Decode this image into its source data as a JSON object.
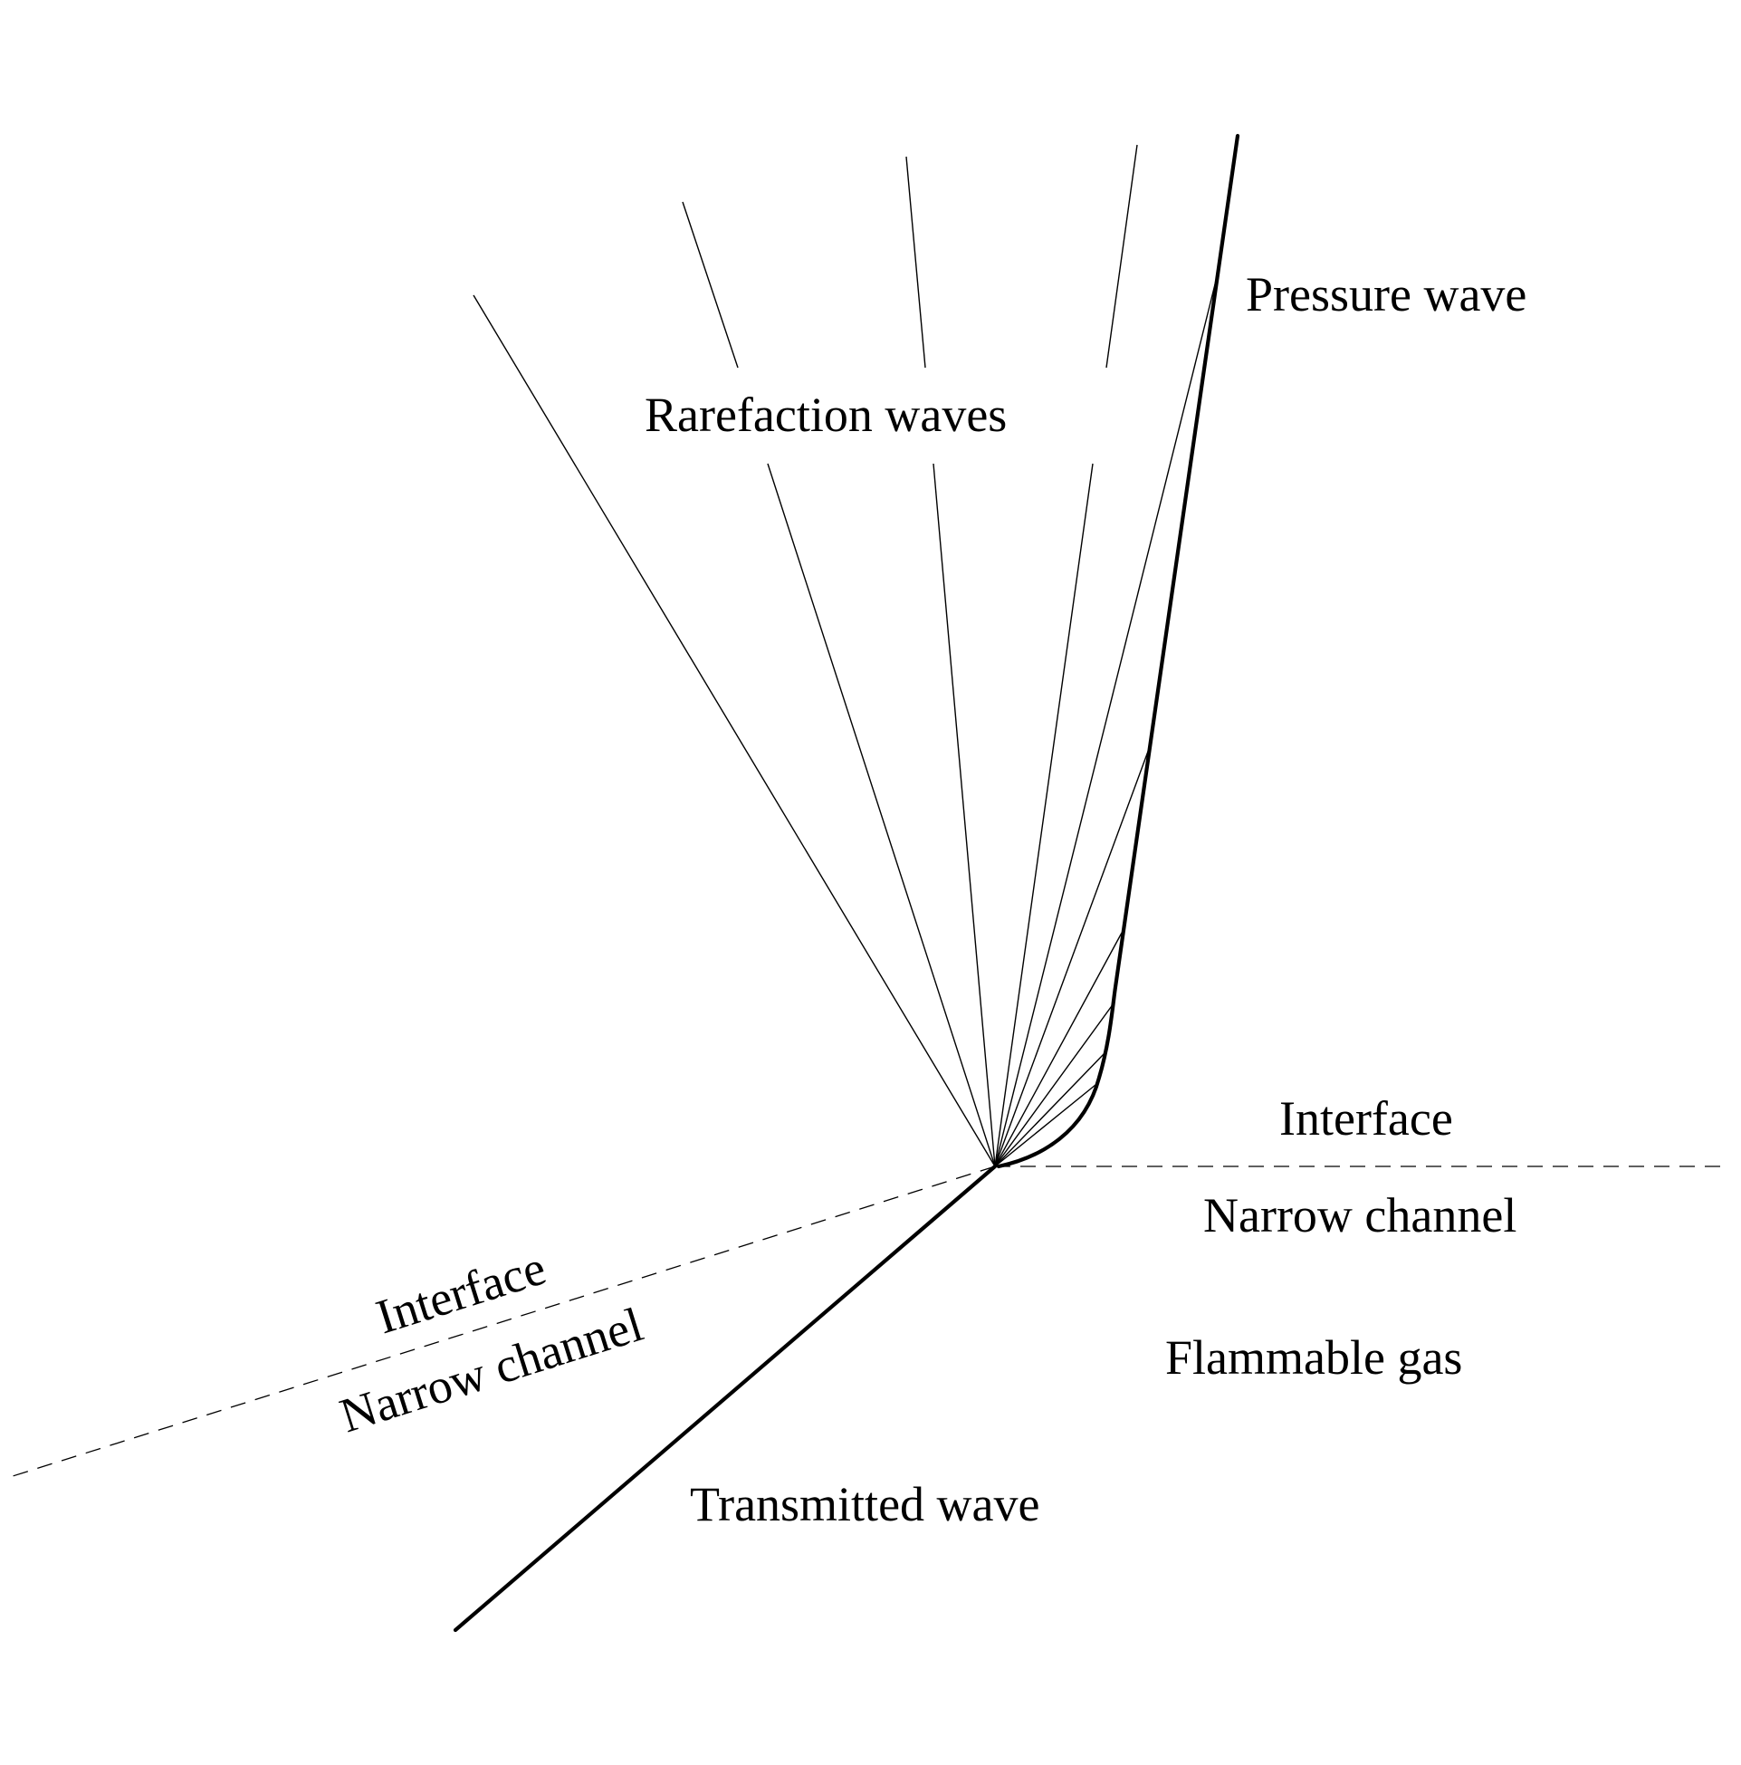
{
  "labels": {
    "pressure_wave": "Pressure wave",
    "rarefaction_waves": "Rarefaction waves",
    "interface_right": "Interface",
    "narrow_channel_right": "Narrow channel",
    "interface_left": "Interface",
    "narrow_channel_left": "Narrow channel",
    "flammable_gas": "Flammable gas",
    "transmitted_wave": "Transmitted wave"
  }
}
